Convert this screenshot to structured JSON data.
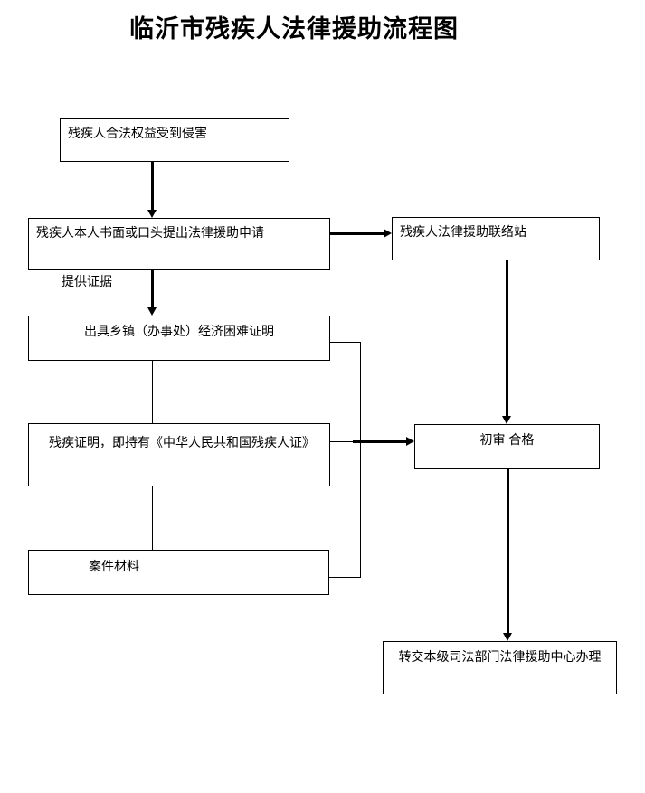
{
  "title": "临沂市残疾人法律援助流程图",
  "flowchart": {
    "nodes": [
      {
        "id": "rights-infringed",
        "label": "残疾人合法权益受到侵害"
      },
      {
        "id": "application",
        "label": "残疾人本人书面或口头提出法律援助申请"
      },
      {
        "id": "liaison-station",
        "label": "残疾人法律援助联络站"
      },
      {
        "id": "economic-cert",
        "label": "出具乡镇（办事处）经济困难证明"
      },
      {
        "id": "disability-cert",
        "label": "残疾证明，即持有《中华人民共和国残疾人证》"
      },
      {
        "id": "preliminary-pass",
        "label": "初审 合格"
      },
      {
        "id": "case-materials",
        "label": "案件材料"
      },
      {
        "id": "transfer",
        "label": "转交本级司法部门法律援助中心办理"
      }
    ],
    "edge_labels": {
      "provide_evidence": "提供证据"
    },
    "colors": {
      "background": "#ffffff",
      "line": "#000000",
      "box_border": "#000000",
      "text": "#000000"
    }
  }
}
